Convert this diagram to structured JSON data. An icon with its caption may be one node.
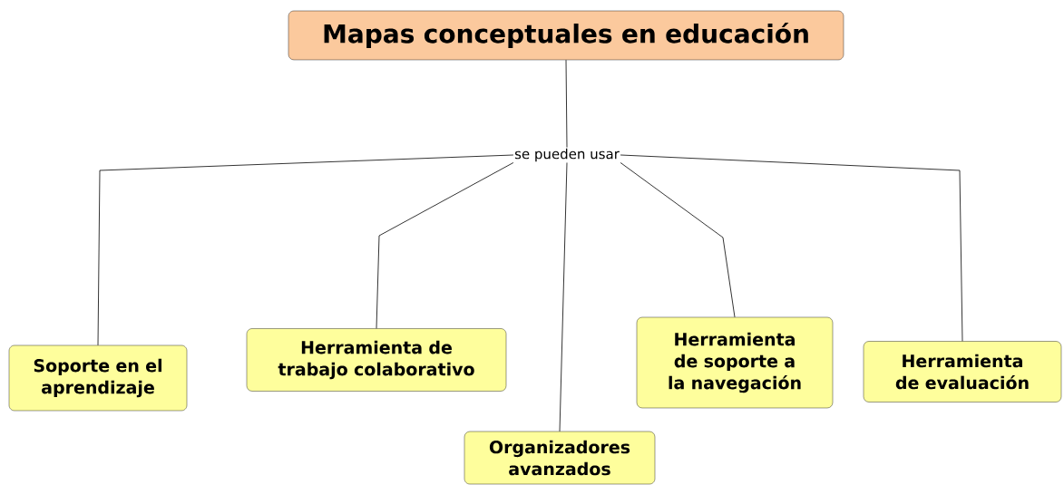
{
  "diagram": {
    "nodes": [
      {
        "text": [
          "Mapas conceptuales en educación"
        ]
      },
      {
        "text": [
          "se pueden usar"
        ]
      },
      {
        "text": [
          "Soporte en el aprendizaje"
        ]
      },
      {
        "text": [
          "Herramienta de trabajo colaborativo"
        ]
      },
      {
        "text": [
          "Organizadores avanzados"
        ]
      },
      {
        "text": [
          "Herramienta de soporte a la navegación"
        ]
      },
      {
        "text": [
          "Herramienta de evaluación"
        ]
      }
    ],
    "edges": [
      {
        "from": 0,
        "to": 1,
        "arrow": "none"
      },
      {
        "from": 1,
        "to": 2,
        "arrow": "none"
      },
      {
        "from": 1,
        "to": 3,
        "arrow": "none"
      },
      {
        "from": 1,
        "to": 4,
        "arrow": "none"
      },
      {
        "from": 1,
        "to": 5,
        "arrow": "none"
      },
      {
        "from": 1,
        "to": 6,
        "arrow": "none"
      }
    ]
  }
}
